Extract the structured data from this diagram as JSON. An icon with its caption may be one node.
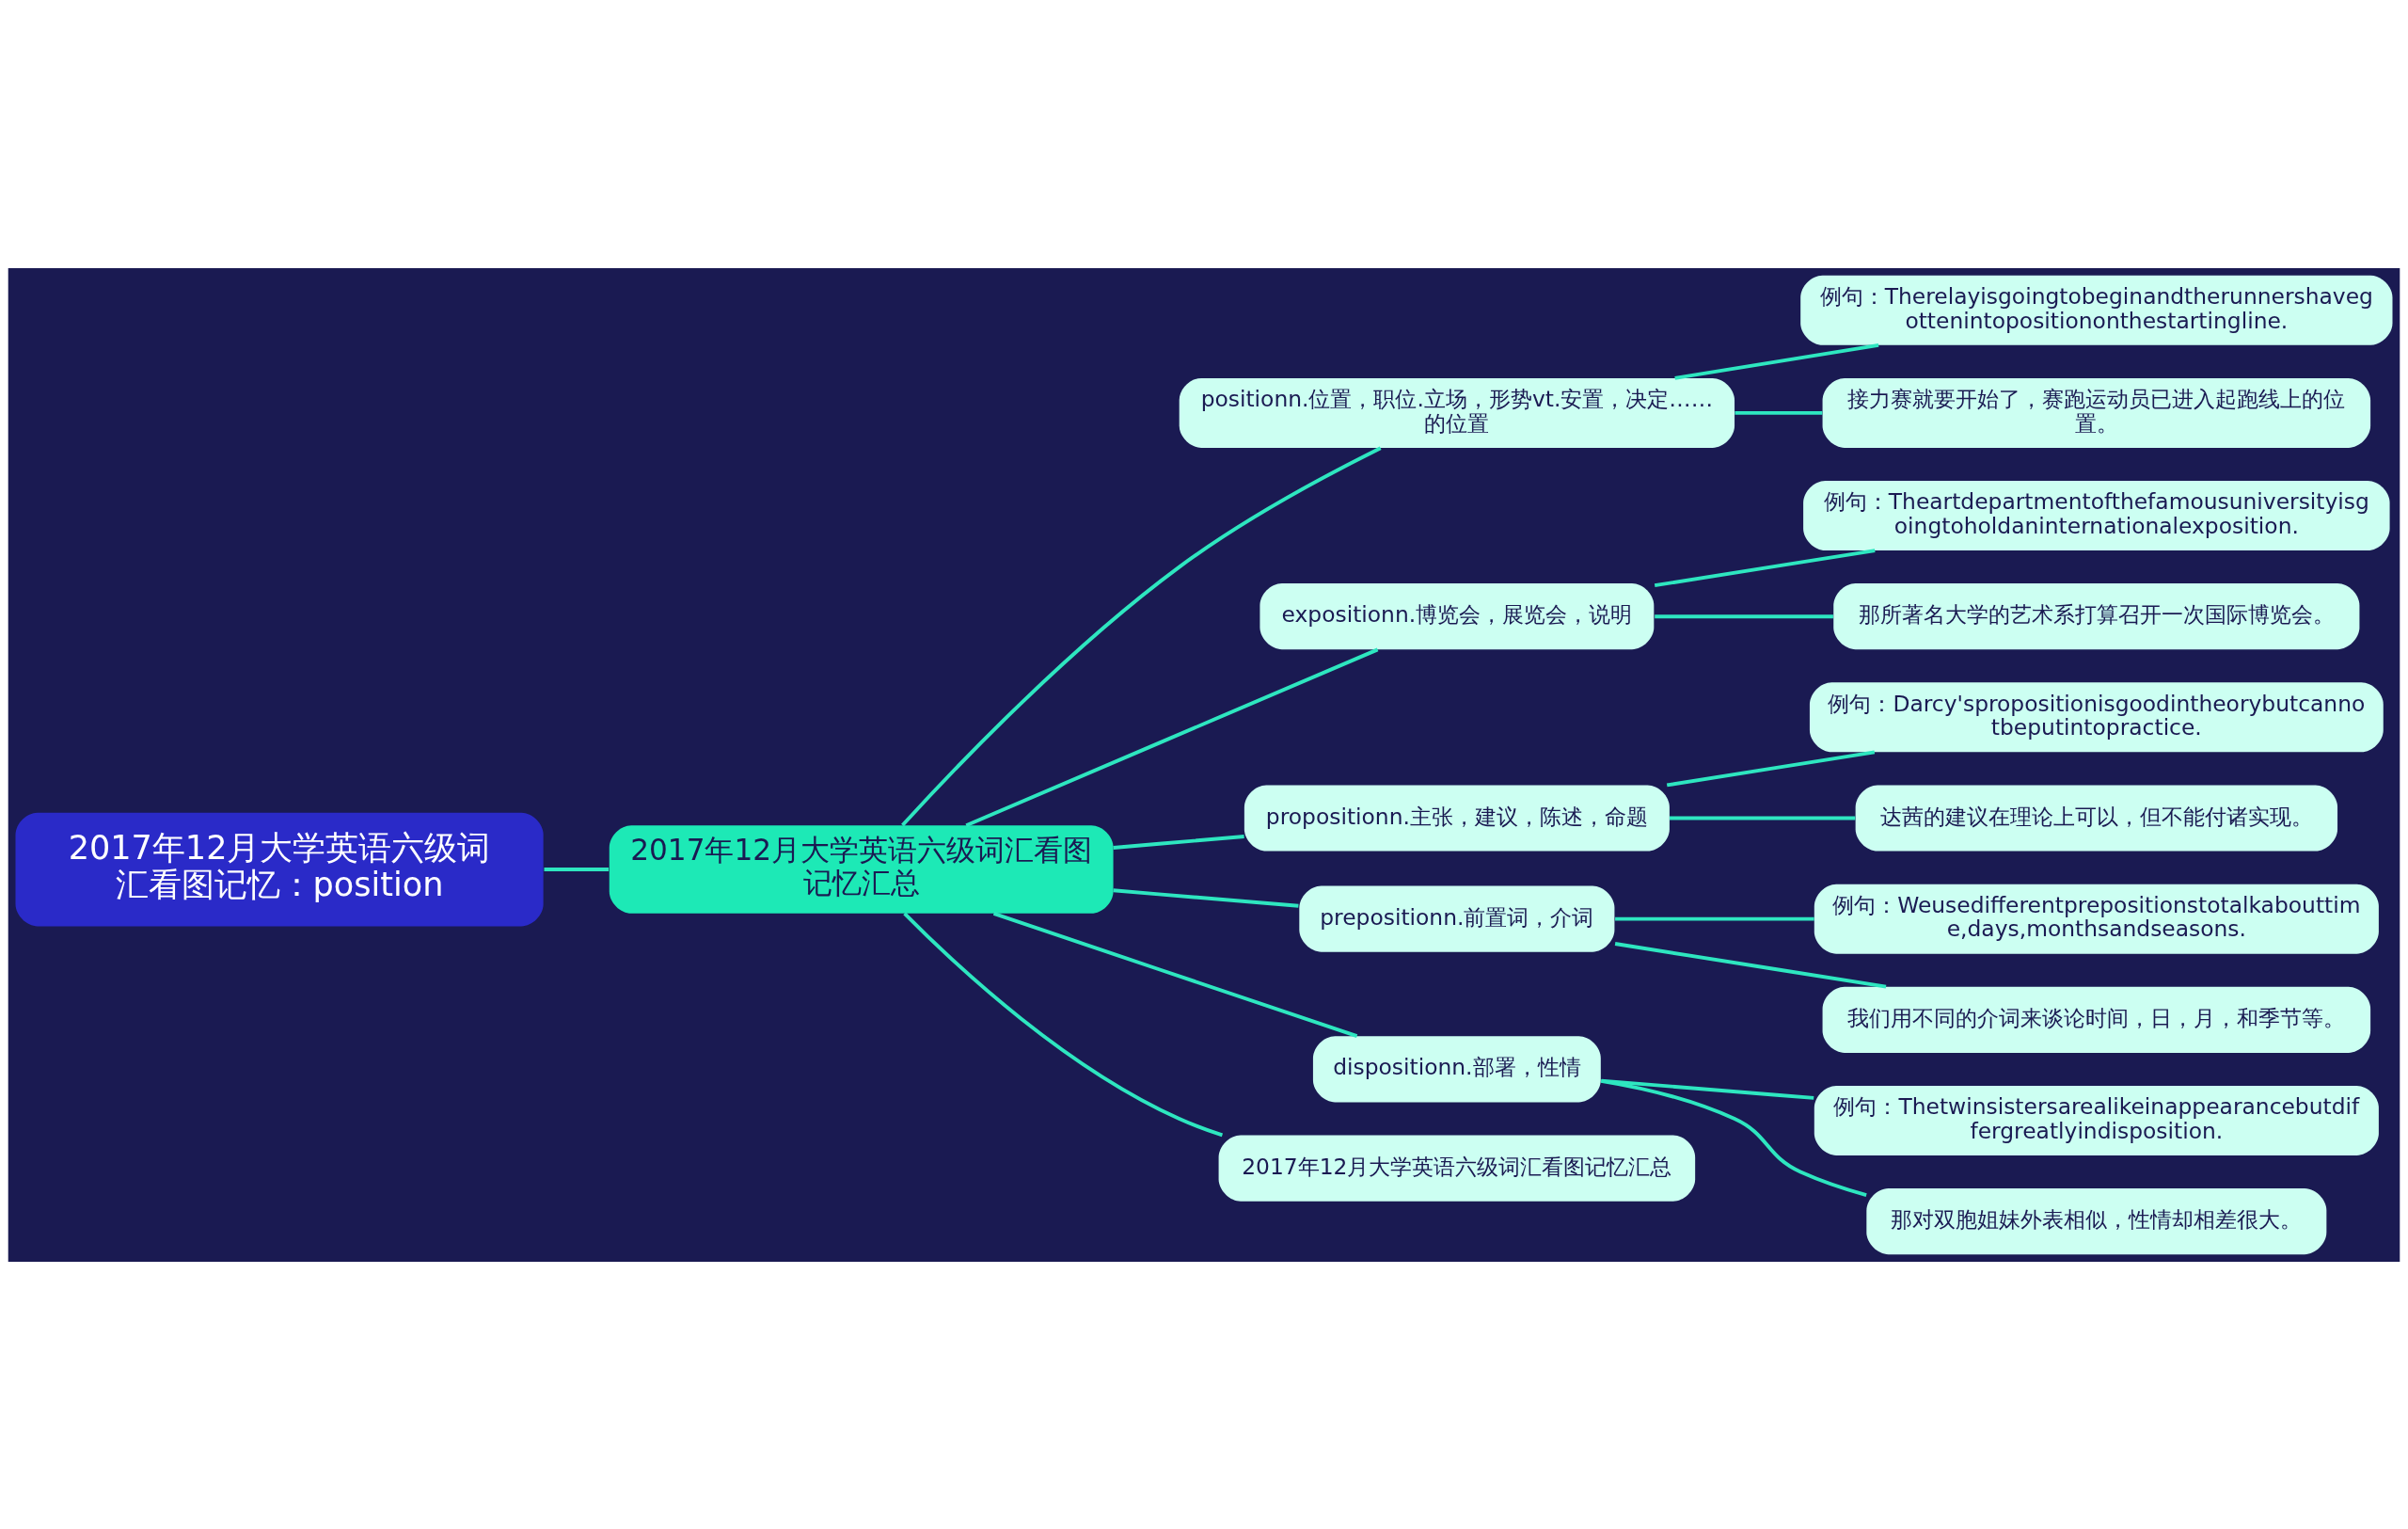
{
  "diagram": {
    "nodes": [
      {
        "text": [
          "2017年12月大学英语六级词汇看图记忆：position"
        ]
      },
      {
        "text": [
          "2017年12月大学英语六级词汇看图记忆汇总"
        ]
      },
      {
        "text": [
          "positionn.位置，职位.立场，形势vt.安置，决定……的位置"
        ]
      },
      {
        "text": [
          "例句：Therelayisgoingtobeginandtherunnershavegottenintopositiononthestartingline."
        ]
      },
      {
        "text": [
          "接力赛就要开始了，赛跑运动员已进入起跑线上的位置。"
        ]
      },
      {
        "text": [
          "expositionn.博览会，展览会，说明"
        ]
      },
      {
        "text": [
          "例句：Theartdepartmentofthefamousuniversityisgoingtoholdaninternationalexposition."
        ]
      },
      {
        "text": [
          "那所著名大学的艺术系打算召开一次国际博览会。"
        ]
      },
      {
        "text": [
          "propositionn.主张，建议，陈述，命题"
        ]
      },
      {
        "text": [
          "例句：Darcy'spropositionisgoodintheorybutcannotbeputintopractice."
        ]
      },
      {
        "text": [
          "达茜的建议在理论上可以，但不能付诸实现。"
        ]
      },
      {
        "text": [
          "prepositionn.前置词，介词"
        ]
      },
      {
        "text": [
          "例句：Weusedifferentprepositionstotalkabouttime,days,monthsandseasons."
        ]
      },
      {
        "text": [
          "我们用不同的介词来谈论时间，日，月，和季节等。"
        ]
      },
      {
        "text": [
          "dispositionn.部署，性情"
        ]
      },
      {
        "text": [
          "例句：Thetwinsistersarealikeinappearancebutdiffergreatlyindisposition."
        ]
      },
      {
        "text": [
          "那对双胞姐妹外表相似，性情却相差很大。"
        ]
      },
      {
        "text": [
          "2017年12月大学英语六级词汇看图记忆汇总"
        ]
      }
    ],
    "edges": [
      {
        "from": 0,
        "to": 1,
        "arrow": "none"
      },
      {
        "from": 1,
        "to": 2,
        "arrow": "none"
      },
      {
        "from": 2,
        "to": 3,
        "arrow": "none"
      },
      {
        "from": 2,
        "to": 4,
        "arrow": "none"
      },
      {
        "from": 1,
        "to": 5,
        "arrow": "none"
      },
      {
        "from": 5,
        "to": 6,
        "arrow": "none"
      },
      {
        "from": 5,
        "to": 7,
        "arrow": "none"
      },
      {
        "from": 1,
        "to": 8,
        "arrow": "none"
      },
      {
        "from": 8,
        "to": 9,
        "arrow": "none"
      },
      {
        "from": 8,
        "to": 10,
        "arrow": "none"
      },
      {
        "from": 1,
        "to": 11,
        "arrow": "none"
      },
      {
        "from": 11,
        "to": 12,
        "arrow": "none"
      },
      {
        "from": 11,
        "to": 13,
        "arrow": "none"
      },
      {
        "from": 1,
        "to": 14,
        "arrow": "none"
      },
      {
        "from": 14,
        "to": 15,
        "arrow": "none"
      },
      {
        "from": 14,
        "to": 16,
        "arrow": "none"
      },
      {
        "from": 1,
        "to": 17,
        "arrow": "none"
      }
    ]
  }
}
